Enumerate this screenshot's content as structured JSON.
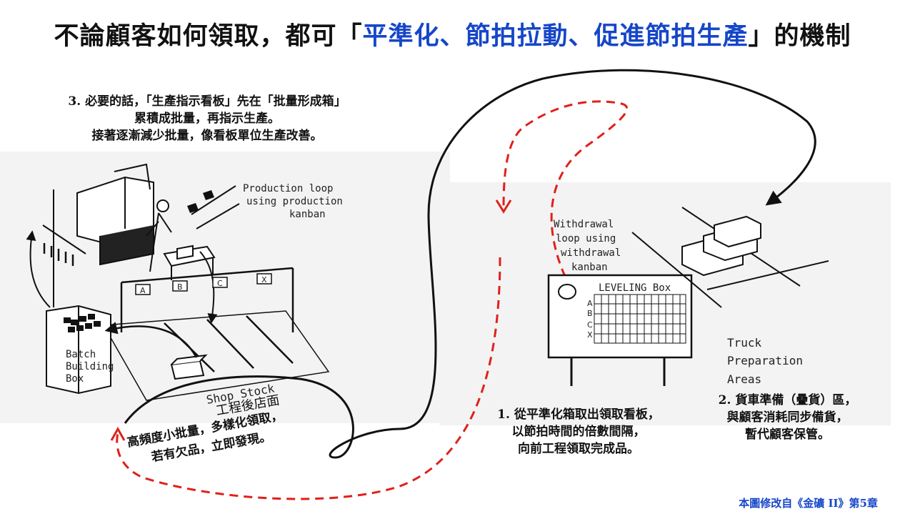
{
  "title": {
    "prefix": "不論顧客如何領取，都可「",
    "highlight": "平準化、節拍拉動、促進節拍生產",
    "suffix": "」的機制"
  },
  "notes": {
    "step3": [
      "3. 必要的話，「生產指示看板」先在「批量形成箱」",
      "累積成批量，再指示生產。",
      "接著逐漸減少批量，像看板單位生產改善。"
    ],
    "step1": [
      "1. 從平準化箱取出領取看板，",
      "以節拍時間的倍數間隔，",
      "向前工程領取完成品。"
    ],
    "step2": [
      "2. 貨車準備（疊貨）區，",
      "與顧客消耗同步備貨，",
      "暫代顧客保管。"
    ],
    "customer": [
      "高頻度小批量，多樣化領取，",
      "若有欠品，立即發現。"
    ]
  },
  "sketch_labels": {
    "production_loop": [
      "Production loop",
      "using production",
      "kanban"
    ],
    "withdrawal_loop": [
      "Withdrawal",
      "loop using",
      "withdrawal",
      "kanban"
    ],
    "leveling_box": "LEVELING Box",
    "leveling_rows": [
      "A",
      "B",
      "C",
      "X"
    ],
    "truck_areas": [
      "Truck",
      "Preparation",
      "Areas"
    ],
    "batch_box": [
      "Batch",
      "Building",
      "Box"
    ],
    "shop_stock": "Shop Stock",
    "shop_stock_cn": "工程後店面",
    "lanes": [
      "A",
      "B",
      "C",
      "X"
    ]
  },
  "colors": {
    "highlight": "#1646c8",
    "withdrawal_path": "#e0201b",
    "production_path": "#111111"
  },
  "source": "本圖修改自《金礦 II》第5章"
}
